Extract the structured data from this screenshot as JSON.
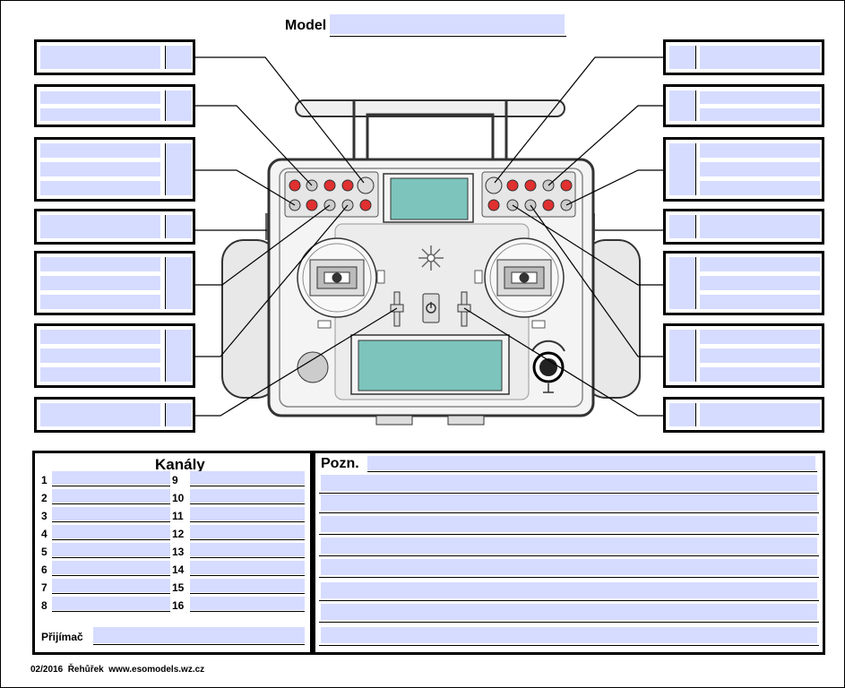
{
  "header": {
    "model_label": "Model"
  },
  "channels": {
    "title": "Kanály",
    "numbers": [
      "1",
      "2",
      "3",
      "4",
      "5",
      "6",
      "7",
      "8",
      "9",
      "10",
      "11",
      "12",
      "13",
      "14",
      "15",
      "16"
    ],
    "receiver_label": "Přijímač"
  },
  "notes": {
    "label": "Pozn."
  },
  "footer": {
    "text": "02/2016  Řehůřek  www.esomodels.wz.cz"
  },
  "colors": {
    "field": "#d6dcff",
    "screen": "#7cc4bc",
    "button_red": "#e03030",
    "button_gray": "#cccccc"
  },
  "icons": [
    "power-icon",
    "sun-icon",
    "knob-icon"
  ]
}
